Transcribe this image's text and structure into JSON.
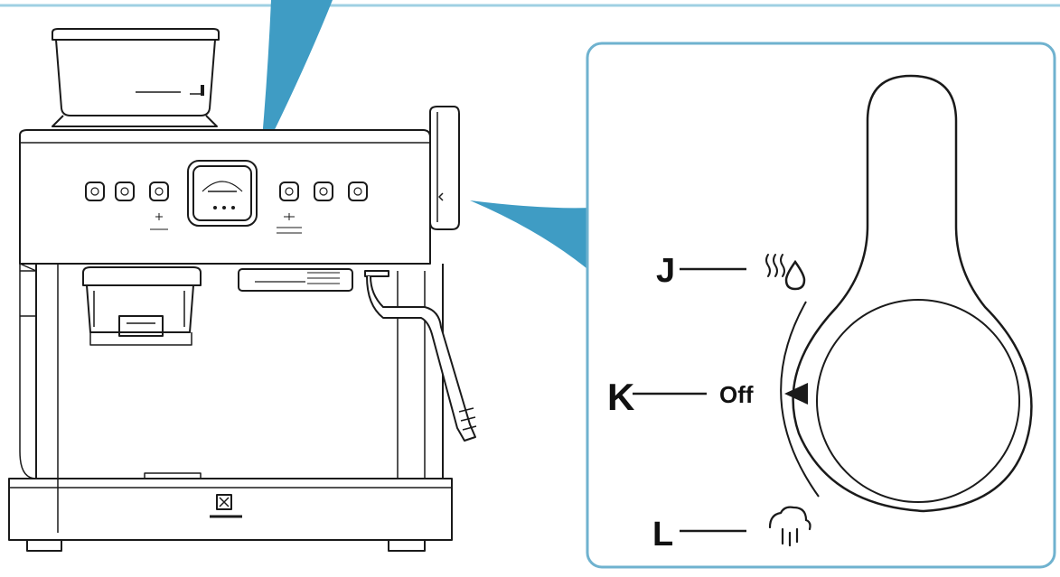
{
  "callouts": [
    {
      "letter": "J",
      "text": "",
      "icon": "steam-icon"
    },
    {
      "letter": "K",
      "text": "Off",
      "icon": "pointer-arrow-icon"
    },
    {
      "letter": "L",
      "text": "",
      "icon": "hot-water-icon"
    }
  ],
  "colors": {
    "accent": "#3f9cc4",
    "panel_border": "#6fb2cf",
    "line": "#1a1a1a"
  }
}
